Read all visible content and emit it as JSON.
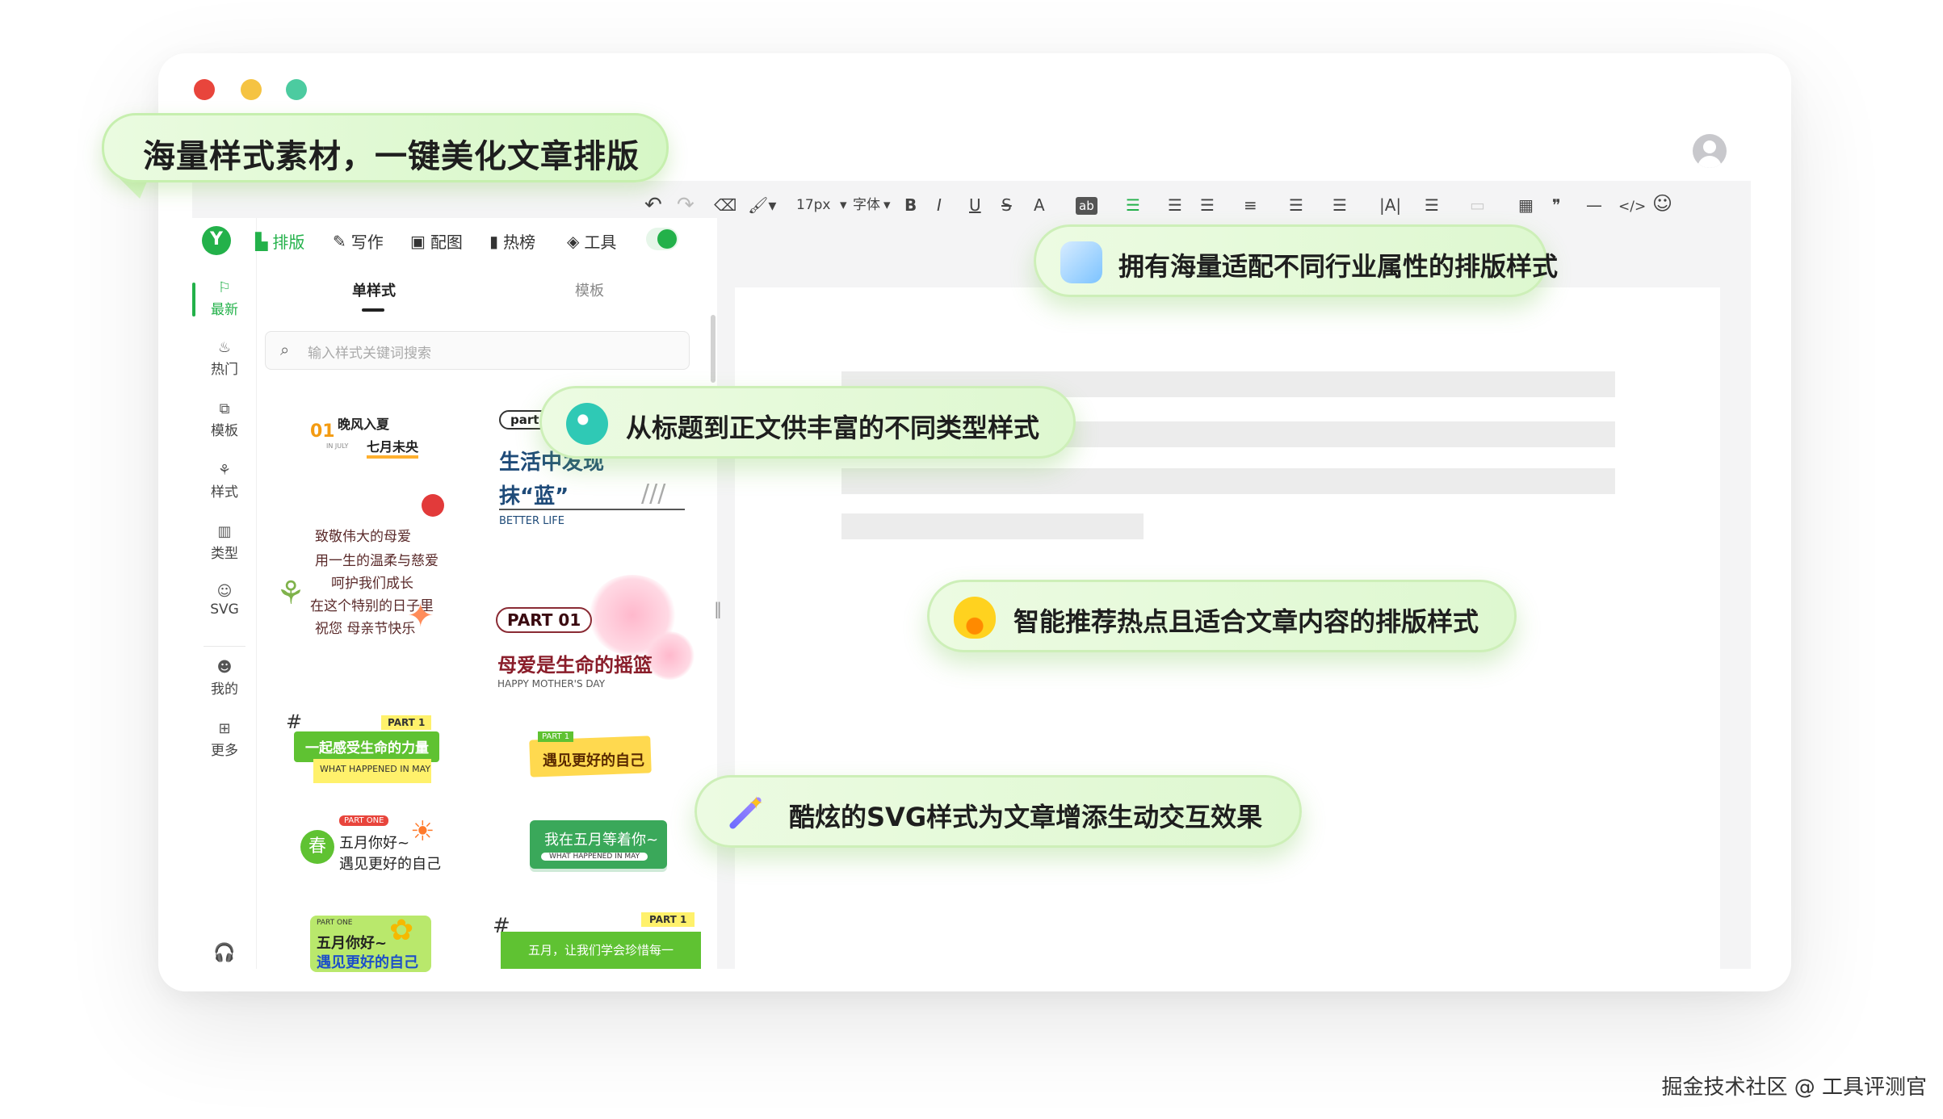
{
  "headline": "海量样式素材，一键美化文章排版",
  "toolbar": {
    "undo": "↶",
    "redo": "↷",
    "font_size": "17px",
    "font_family": "字体",
    "bold": "B",
    "italic": "I",
    "underline": "U",
    "strike": "S",
    "font_color": "A",
    "highlight": "ab",
    "quote": "❞",
    "hr": "—",
    "code": "</>",
    "emoji": "☺"
  },
  "panel": {
    "logo": "Y",
    "top_tabs": [
      "排版",
      "写作",
      "配图",
      "热榜",
      "工具"
    ],
    "rail": [
      "最新",
      "热门",
      "模板",
      "样式",
      "类型",
      "SVG",
      "我的",
      "更多"
    ],
    "sub_tabs": [
      "单样式",
      "模板"
    ],
    "search_placeholder": "输入样式关键词搜索"
  },
  "samples": {
    "s1": {
      "num": "01",
      "a": "晚风入夏",
      "b": "七月未央",
      "small": "IN JULY"
    },
    "s2": {
      "tag": "part",
      "line1": "生活中发现",
      "line2": "抹“蓝”",
      "en": "BETTER LIFE"
    },
    "s3": {
      "l1": "致敬伟大的母爱",
      "l2": "用一生的温柔与慈爱",
      "l3": "呵护我们成长",
      "l4": "在这个特别的日子里",
      "l5": "祝您 母亲节快乐"
    },
    "s4": {
      "tag": "PART 01",
      "title": "母爱是生命的摇篮",
      "en": "HAPPY MOTHER'S DAY"
    },
    "s5": {
      "part": "PART 1",
      "title": "一起感受生命的力量",
      "en": "WHAT HAPPENED IN MAY"
    },
    "s6": {
      "part": "PART 1",
      "title": "遇见更好的自己"
    },
    "s7": {
      "badge": "PART ONE",
      "char": "春",
      "l1": "五月你好~",
      "l2": "遇见更好的自己"
    },
    "s8": {
      "title": "我在五月等着你~",
      "en": "WHAT HAPPENED IN MAY"
    },
    "s9": {
      "badge": "PART ONE",
      "l1": "五月你好~",
      "l2": "遇见更好的自己"
    },
    "s10": {
      "part": "PART 1",
      "text": "五月，让我们学会珍惜每一"
    }
  },
  "callouts": [
    {
      "text": "拥有海量适配不同行业属性的排版样式",
      "icon": "book-icon"
    },
    {
      "text": "从标题到正文供丰富的不同类型样式",
      "icon": "palette-icon"
    },
    {
      "text": "智能推荐热点且适合文章内容的排版样式",
      "icon": "fire-icon"
    },
    {
      "text": "酷炫的SVG样式为文章增添生动交互效果",
      "icon": "magic-wand-icon"
    }
  ],
  "watermark": "掘金技术社区 @ 工具评测官",
  "colors": {
    "brand": "#23b14a",
    "callout_bg": "#def8d0",
    "dot_red": "#e8453c",
    "dot_yellow": "#f5c342",
    "dot_green": "#4ccba0"
  }
}
